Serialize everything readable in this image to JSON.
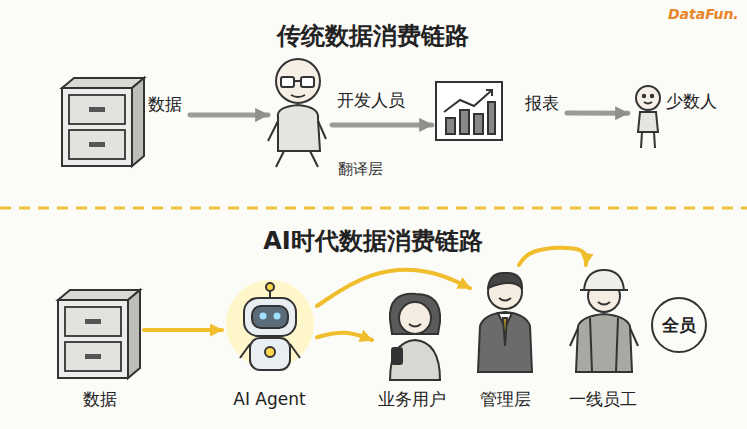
{
  "diagram": {
    "title": "传统数据消费链路",
    "nodes": [
      {
        "text": [
          "数据"
        ]
      },
      {
        "text": [
          "开发人员"
        ]
      },
      {
        "text": [
          "报表"
        ]
      },
      {
        "text": [
          "少数人"
        ]
      },
      {
        "text": [
          "数据"
        ]
      },
      {
        "text": [
          "AI Agent"
        ]
      },
      {
        "text": [
          "业务用户"
        ]
      },
      {
        "text": [
          "管理层"
        ]
      },
      {
        "text": [
          "一线员工"
        ]
      },
      {
        "text": [
          "全员"
        ]
      }
    ],
    "edges": [
      {
        "from": 0,
        "to": 1,
        "arrow": "to"
      },
      {
        "from": 1,
        "to": 2,
        "arrow": "to"
      },
      {
        "from": 2,
        "to": 3,
        "arrow": "to"
      },
      {
        "from": 4,
        "to": 5,
        "arrow": "to"
      },
      {
        "from": 5,
        "to": 6,
        "arrow": "to"
      },
      {
        "from": 5,
        "to": 7,
        "arrow": "to"
      },
      {
        "from": 7,
        "to": 8,
        "arrow": "to"
      }
    ],
    "labels": [
      "AI时代数据消费链路",
      "翻译层",
      "DataFun."
    ]
  }
}
